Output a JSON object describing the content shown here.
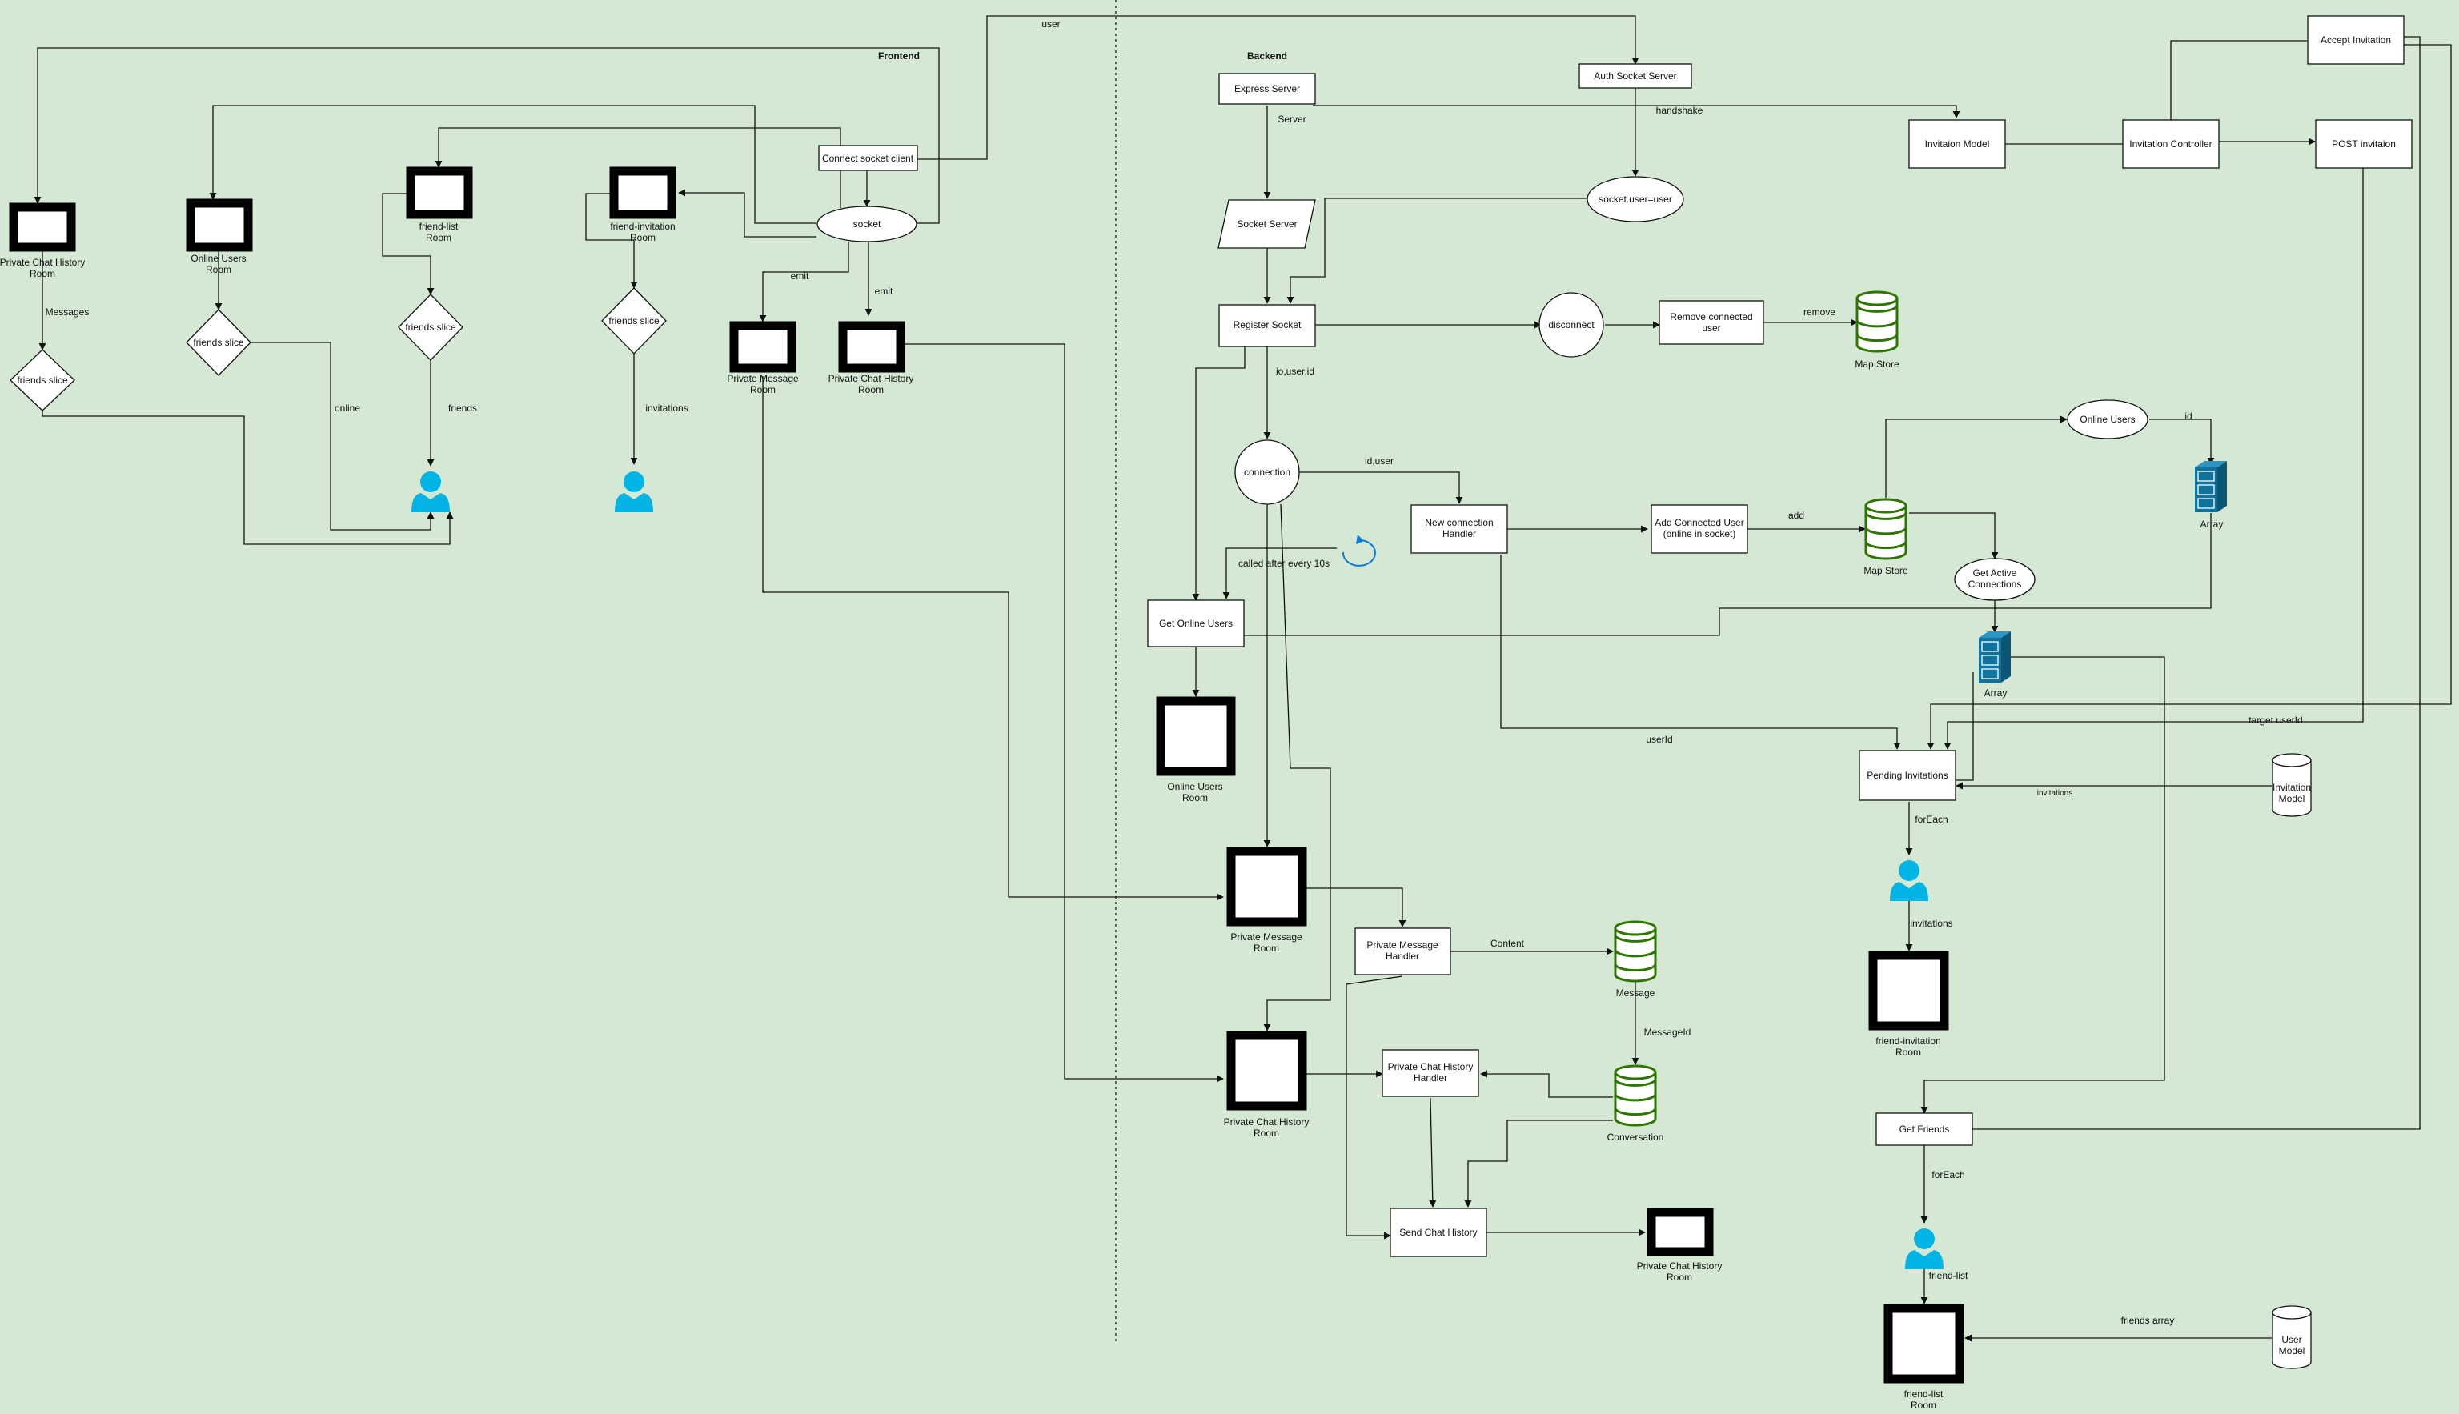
{
  "diagram": {
    "section_labels": {
      "frontend": "Frontend",
      "backend": "Backend"
    },
    "frontend": {
      "connect_socket_client": "Connect socket client",
      "socket": "socket",
      "rooms": {
        "private_chat_history": "Private Chat History\nRoom",
        "online_users": "Online Users\nRoom",
        "friend_list": "friend-list\nRoom",
        "friend_invitation": "friend-invitation\nRoom",
        "private_message": "Private Message\nRoom",
        "private_chat_history_2": "Private Chat History\nRoom"
      },
      "slices": {
        "friends_slice_1": "friends slice",
        "friends_slice_2": "friends slice",
        "friends_slice_3": "friends slice",
        "friends_slice_4": "friends slice"
      }
    },
    "backend": {
      "express_server": "Express Server",
      "auth_socket_server": "Auth Socket Server",
      "socket_server": "Socket Server",
      "socket_user": "socket.user=user",
      "register_socket": "Register Socket",
      "disconnect": "disconnect",
      "remove_connected_user": "Remove connected\nuser",
      "map_store_1": "Map Store",
      "connection": "connection",
      "new_connection_handler": "New connection\nHandler",
      "add_connected_user": "Add Connected User\n(online in socket)",
      "map_store_2": "Map Store",
      "online_users": "Online Users",
      "array_1": "Array",
      "get_active_connections": "Get Active\nConnections",
      "array_2": "Array",
      "get_online_users": "Get Online Users",
      "online_users_room": "Online Users\nRoom",
      "private_message_room": "Private Message\nRoom",
      "private_message_handler": "Private Message\nHandler",
      "message_db": "Message",
      "private_chat_history_room": "Private Chat History\nRoom",
      "private_chat_history_handler": "Private Chat History\nHandler",
      "conversation_db": "Conversation",
      "send_chat_history": "Send Chat History",
      "private_chat_history_room_2": "Private Chat History\nRoom",
      "invitation_model": "Invitaion Model",
      "invitation_controller": "Invitation Controller",
      "accept_invitation": "Accept Invitation",
      "post_invitation": "POST invitaion",
      "pending_invitations": "Pending Invitations",
      "invitation_model_db": "Invitation\nModel",
      "friend_invitation_room": "friend-invitation\nRoom",
      "get_friends": "Get Friends",
      "friend_list_room": "friend-list\nRoom",
      "user_model_db": "User\nModel"
    },
    "edge_labels": {
      "user": "user",
      "handshake": "handshake",
      "server": "Server",
      "messages": "Messages",
      "online": "online",
      "friends": "friends",
      "invitations_fe": "invitations",
      "emit_1": "emit",
      "emit_2": "emit",
      "io_user_id": "io,user,id",
      "id_user": "id,user",
      "remove": "remove",
      "add": "add",
      "id": "id",
      "called_after": "called after every 10s",
      "content": "Content",
      "message_id": "MessageId",
      "user_id": "userId",
      "target_userid": "target userId",
      "invitations_small": "invitations",
      "for_each_1": "forEach",
      "invitations_2": "invitations",
      "for_each_2": "forEach",
      "friend_list": "friend-list",
      "friends_array": "friends array"
    }
  },
  "colors": {
    "background": "#d5e8d4",
    "db_green": "#2d7600",
    "user_blue": "#00b4e6",
    "array_blue": "#10739e",
    "refresh_blue": "#0a7bd8"
  }
}
